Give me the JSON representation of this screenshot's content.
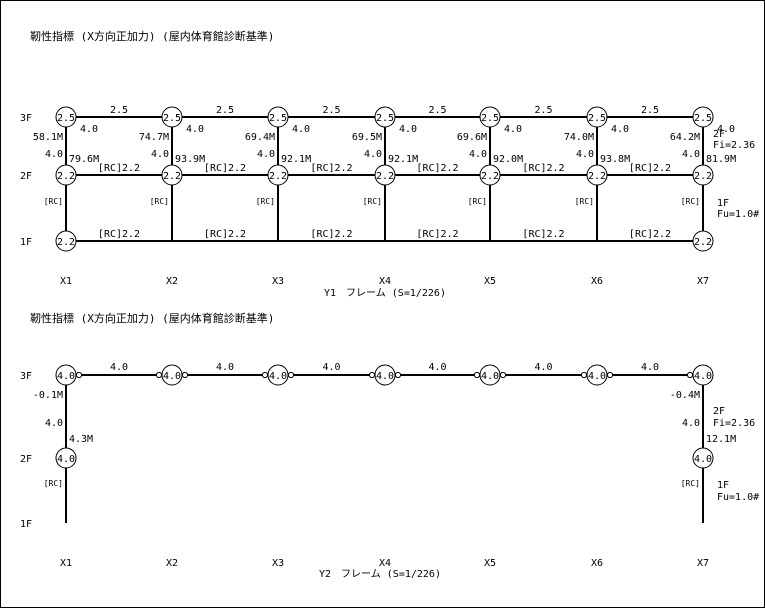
{
  "colors": {
    "line": "#000000",
    "green_value": "#1a7a1a",
    "background": "#ffffff"
  },
  "diagrams": [
    {
      "heading": "靭性指標 (X方向正加力) (屋内体育館診断基準)",
      "frame_label": "Y1　フレーム (S=1/226)",
      "axes": [
        "X1",
        "X2",
        "X3",
        "X4",
        "X5",
        "X6",
        "X7"
      ],
      "floors": [
        "3F",
        "2F",
        "1F"
      ],
      "nodes_3f": [
        "2.5",
        "2.5",
        "2.5",
        "2.5",
        "2.5",
        "2.5",
        "2.5"
      ],
      "nodes_2f": [
        "2.2",
        "2.2",
        "2.2",
        "2.2",
        "2.2",
        "2.2",
        "2.2"
      ],
      "nodes_1f": [
        "2.2",
        "2.2"
      ],
      "beams_3f": [
        "2.5",
        "2.5",
        "2.5",
        "2.5",
        "2.5",
        "2.5"
      ],
      "beams_2f": [
        "[RC]2.2",
        "[RC]2.2",
        "[RC]2.2",
        "[RC]2.2",
        "[RC]2.2",
        "[RC]2.2"
      ],
      "beams_1f": [
        "[RC]2.2",
        "[RC]2.2",
        "[RC]2.2",
        "[RC]2.2",
        "[RC]2.2",
        "[RC]2.2"
      ],
      "green_values": [
        "4.0",
        "4.0",
        "4.0",
        "4.0",
        "4.0",
        "4.0",
        "4.0"
      ],
      "col_upper_values": [
        "4.0",
        "4.0",
        "4.0",
        "4.0",
        "4.0",
        "4.0",
        "4.0"
      ],
      "moment_top": [
        "58.1M",
        "74.7M",
        "69.4M",
        "69.5M",
        "69.6M",
        "74.0M",
        "64.2M"
      ],
      "moment_bottom": [
        "79.6M",
        "93.9M",
        "92.1M",
        "92.1M",
        "92.0M",
        "93.8M",
        "81.9M"
      ],
      "rc_tag": "[RC]",
      "info_2f": [
        "2F",
        "Fi=2.36"
      ],
      "info_1f": [
        "1F",
        "Fu=1.0#"
      ]
    },
    {
      "heading": "靭性指標 (X方向正加力) (屋内体育館診断基準)",
      "frame_label": "Y2　フレーム (S=1/226)",
      "axes": [
        "X1",
        "X2",
        "X3",
        "X4",
        "X5",
        "X6",
        "X7"
      ],
      "floors": [
        "3F",
        "2F",
        "1F"
      ],
      "nodes_3f": [
        "4.0",
        "4.0",
        "4.0",
        "4.0",
        "4.0",
        "4.0",
        "4.0"
      ],
      "nodes_2f": [
        "4.0",
        "4.0"
      ],
      "beams_3f": [
        "4.0",
        "4.0",
        "4.0",
        "4.0",
        "4.0",
        "4.0"
      ],
      "col_upper_values": [
        "4.0",
        "4.0"
      ],
      "moment_top": [
        "-0.1M",
        "-0.4M"
      ],
      "moment_bottom": [
        "4.3M",
        "12.1M"
      ],
      "rc_tag": "[RC]",
      "info_2f": [
        "2F",
        "Fi=2.36"
      ],
      "info_1f": [
        "1F",
        "Fu=1.0#"
      ]
    }
  ]
}
